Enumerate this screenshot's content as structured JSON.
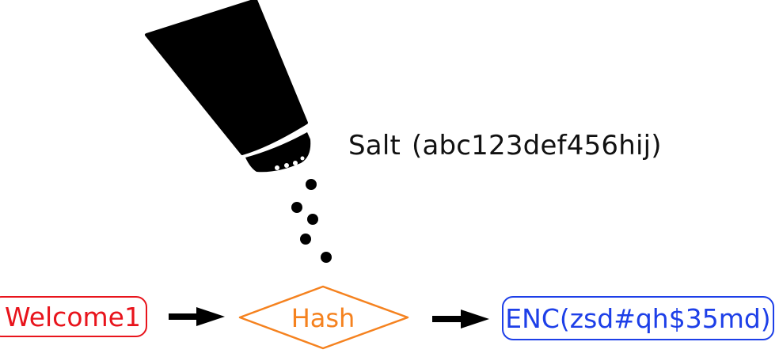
{
  "salt": {
    "label": "Salt",
    "value": "(abc123def456hij)"
  },
  "input": {
    "text": "Welcome1"
  },
  "process": {
    "text": "Hash"
  },
  "output": {
    "text": "ENC(zsd#qh$35md)"
  },
  "colors": {
    "input": "#e8141c",
    "process": "#f5821f",
    "output": "#1d3fe8",
    "ink": "#111111"
  }
}
